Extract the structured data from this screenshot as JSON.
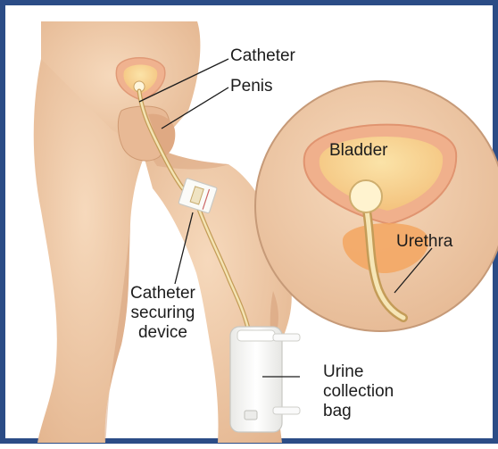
{
  "labels": {
    "catheter": "Catheter",
    "penis": "Penis",
    "bladder": "Bladder",
    "urethra": "Urethra",
    "securing_device": [
      "Catheter",
      "securing",
      "device"
    ],
    "collection_bag": [
      "Urine",
      "collection",
      "bag"
    ]
  },
  "colors": {
    "frame": "#2b4c86",
    "skin": "#f0c9a4",
    "skin_shadow": "#dba57f",
    "bladder_outer": "#f2b28e",
    "bladder_inner": "#f7d58a",
    "tube": "#e8c98a",
    "bag": "#f7f7f5"
  }
}
